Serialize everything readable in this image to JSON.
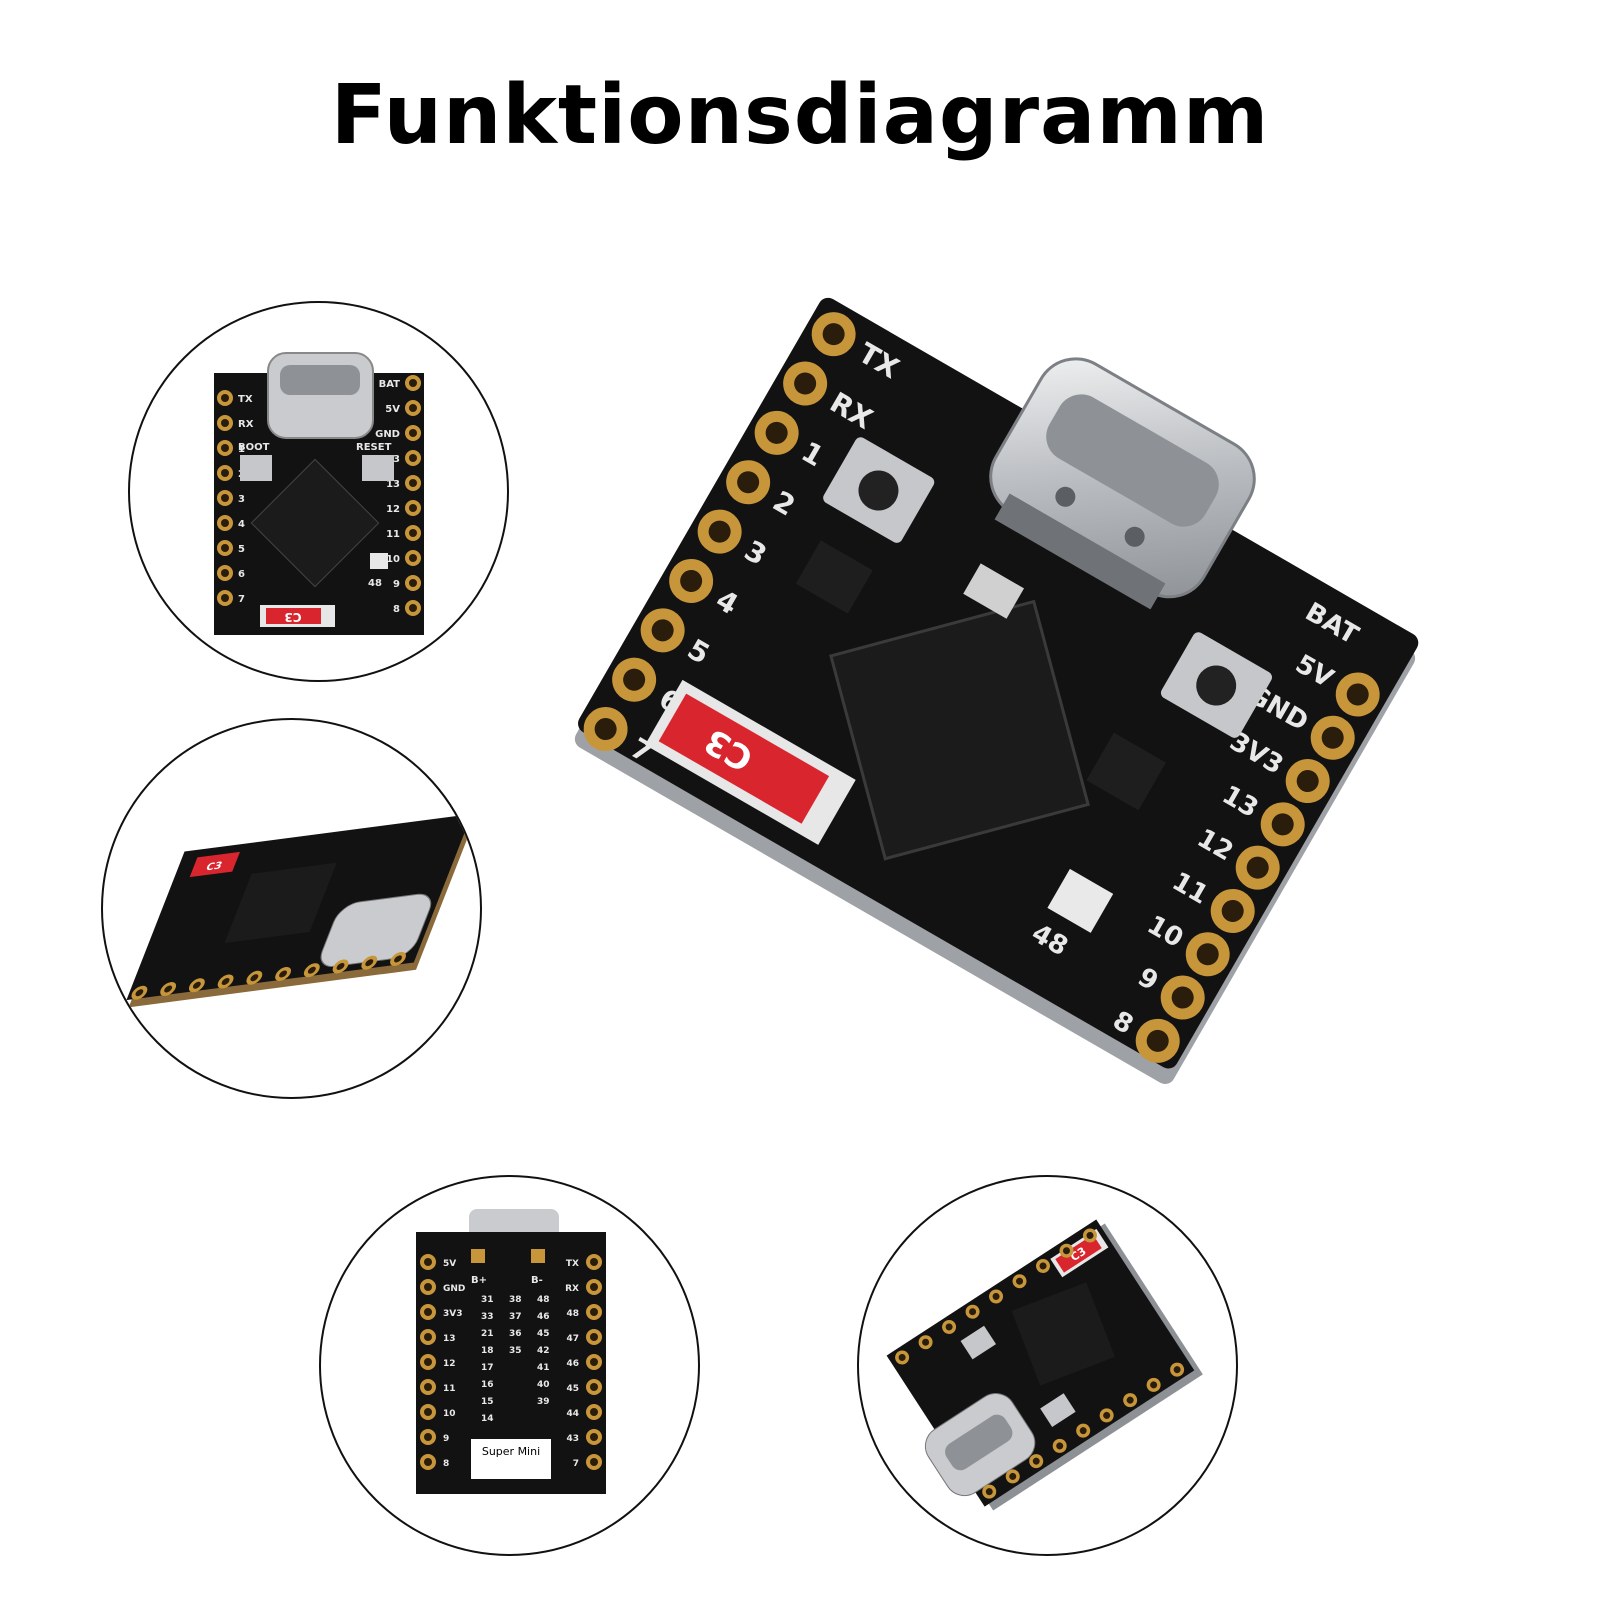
{
  "page": {
    "title": "Funktionsdiagramm"
  },
  "colors": {
    "pcb": "#121212",
    "pad": "#c8963a",
    "pad_hole": "#2a1d0b",
    "silk": "#e8e8e8",
    "chip": "#1b1b1b",
    "metal": "#c9cbce",
    "red_label": "#d9252e"
  },
  "board": {
    "chip_label": "C3",
    "led_label": "48",
    "back_label": "Super Mini",
    "left_pins": [
      "TX",
      "RX",
      "1",
      "2",
      "3",
      "4",
      "5",
      "6",
      "7"
    ],
    "right_pins": [
      "BAT",
      "5V",
      "GND",
      "3V3",
      "13",
      "12",
      "11",
      "10",
      "9",
      "8"
    ],
    "buttons": [
      "BOOT",
      "RESET"
    ],
    "back_pads": [
      "B+",
      "B-"
    ],
    "back_left_pins": [
      "5V",
      "GND",
      "3V3",
      "13",
      "12",
      "11",
      "10",
      "9",
      "8"
    ],
    "back_right_pins": [
      "TX",
      "RX",
      "48",
      "47",
      "46",
      "45",
      "44",
      "43",
      "7"
    ],
    "back_mid_rows": [
      [
        "31",
        "33",
        "21",
        "18",
        "17",
        "16",
        "15",
        "14"
      ],
      [
        "38",
        "37",
        "36",
        "35"
      ],
      [
        "48",
        "46",
        "45",
        "42",
        "41",
        "40",
        "39"
      ]
    ]
  }
}
